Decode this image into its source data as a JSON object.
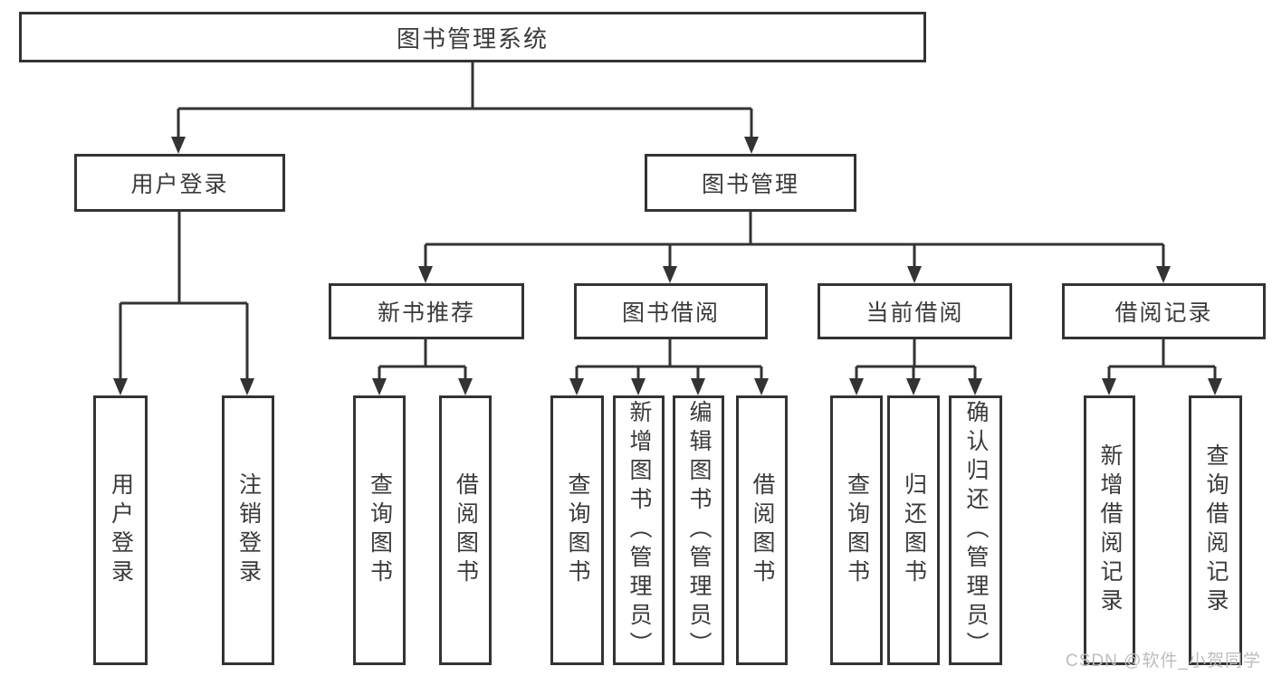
{
  "tree": {
    "root": {
      "label": "图书管理系统"
    },
    "level2": [
      {
        "label": "用户登录"
      },
      {
        "label": "图书管理"
      }
    ],
    "level3": [
      {
        "label": "新书推荐"
      },
      {
        "label": "图书借阅"
      },
      {
        "label": "当前借阅"
      },
      {
        "label": "借阅记录"
      }
    ],
    "leaves": [
      {
        "label": "用户登录"
      },
      {
        "label": "注销登录"
      },
      {
        "label": "查询图书"
      },
      {
        "label": "借阅图书"
      },
      {
        "label": "查询图书"
      },
      {
        "label": "新增图书（管理员）"
      },
      {
        "label": "编辑图书（管理员）"
      },
      {
        "label": "借阅图书"
      },
      {
        "label": "查询图书"
      },
      {
        "label": "归还图书"
      },
      {
        "label": "确认归还（管理员）"
      },
      {
        "label": "新增借阅记录"
      },
      {
        "label": "查询借阅记录"
      }
    ]
  },
  "watermark": {
    "text": "CSDN @软件_小贺同学"
  },
  "colors": {
    "line": "#333333",
    "box_border": "#333333",
    "text": "#3a3a3a",
    "watermark": "#bdbdbd",
    "background": "#ffffff"
  }
}
